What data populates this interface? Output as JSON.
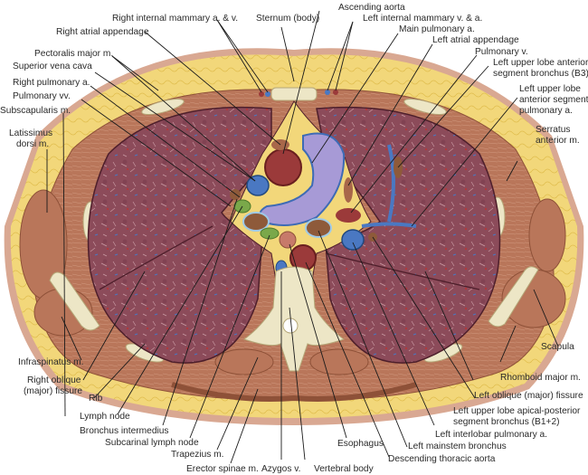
{
  "figure": {
    "subject": "Axial cross-section of thorax at level of pulmonary trunk",
    "colors": {
      "skin": "#d9a892",
      "fat": "#f2d77a",
      "fat_dark": "#e7c24f",
      "muscle": "#b9765a",
      "muscle_dark": "#8e5138",
      "lung": "#8c4b5a",
      "lung_dark": "#6e3443",
      "bone": "#ede6c6",
      "artery": "#9b3a3a",
      "vein": "#4a78c2",
      "pulmonary_trunk": "#a79ad6",
      "lymph_node": "#7aa84a",
      "bronchus": "#8e5a3a",
      "leader_line": "#1a1a1a",
      "label_text": "#2a2a2a"
    }
  },
  "labels": {
    "right_internal_mammary": "Right internal mammary a. & v.",
    "sternum": "Sternum (body)",
    "ascending_aorta": "Ascending aorta",
    "left_internal_mammary": "Left internal mammary v. & a.",
    "main_pulmonary_a": "Main pulmonary a.",
    "left_atrial_appendage": "Left atrial appendage",
    "pulmonary_v": "Pulmonary v.",
    "lul_ant_bronchus_1": "Left upper lobe anterior",
    "lul_ant_bronchus_2": "segment bronchus (B3)",
    "lul_ant_pa_1": "Left upper lobe",
    "lul_ant_pa_2": "anterior segment",
    "lul_ant_pa_3": "pulmonary a.",
    "serratus_1": "Serratus",
    "serratus_2": "anterior m.",
    "right_atrial_appendage": "Right atrial appendage",
    "pectoralis_major": "Pectoralis major m.",
    "svc": "Superior vena cava",
    "right_pulmonary_a": "Right pulmonary a.",
    "pulmonary_vv": "Pulmonary vv.",
    "subscapularis": "Subscapularis m.",
    "latissimus_1": "Latissimus",
    "latissimus_2": "dorsi m.",
    "infraspinatus": "Infraspinatus m.",
    "right_oblique_1": "Right oblique",
    "right_oblique_2": "(major) fissure",
    "rib": "Rib",
    "lymph_node": "Lymph node",
    "bronchus_intermedius": "Bronchus intermedius",
    "subcarinal_ln": "Subcarinal lymph node",
    "trapezius": "Trapezius m.",
    "erector_spinae": "Erector spinae m.",
    "azygos": "Azygos v.",
    "vertebral_body": "Vertebral body",
    "esophagus": "Esophagus",
    "descending_aorta": "Descending thoracic aorta",
    "left_mainstem": "Left mainstem bronchus",
    "left_interlobar_pa": "Left interlobar pulmonary a.",
    "lul_apicoposterior_1": "Left upper lobe apical-posterior",
    "lul_apicoposterior_2": "segment bronchus (B1+2)",
    "left_oblique": "Left oblique (major) fissure",
    "rhomboid": "Rhomboid major m.",
    "scapula": "Scapula"
  }
}
